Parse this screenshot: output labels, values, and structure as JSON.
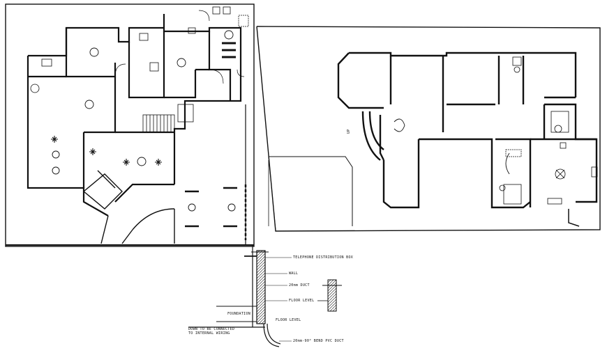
{
  "plan_right": {
    "vertical_note": "UP"
  },
  "section_detail": {
    "labels": {
      "telephone_box": "TELEPHONE DISTRIBUTION BOX",
      "wall": "WALL",
      "duct_20": "20mm DUCT",
      "floor_level_1": "FLOOR LEVEL",
      "foundation": "FOUNDATION",
      "floor_level_2": "FLOOR LEVEL",
      "internal_wiring_1": "DOWN TO BE CONNECTED",
      "internal_wiring_2": "TO INTERNAL WIRING",
      "bend_duct": "20mm-90° BEND PVC DUCT"
    }
  },
  "colors": {
    "line": "#111111",
    "background": "#ffffff"
  }
}
